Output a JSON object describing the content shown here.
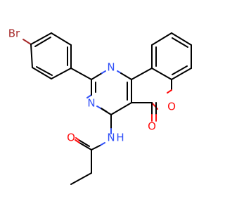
{
  "colors": {
    "carbon": "#000000",
    "nitrogen": "#3050f8",
    "oxygen": "#ff0d0d",
    "bromine": "#a62929",
    "background": "#ffffff"
  },
  "atoms": {
    "br": {
      "label": "Br",
      "element": "Br"
    },
    "n1": {
      "label": "N",
      "element": "N"
    },
    "n3": {
      "label": "N",
      "element": "N"
    },
    "o_ring": {
      "label": "O",
      "element": "O"
    },
    "o_carbonyl": {
      "label": "O",
      "element": "O"
    },
    "nh": {
      "label": "N",
      "element": "N"
    },
    "h_amide": {
      "label": "H",
      "element": "H"
    },
    "o_amide": {
      "label": "O",
      "element": "O"
    }
  }
}
